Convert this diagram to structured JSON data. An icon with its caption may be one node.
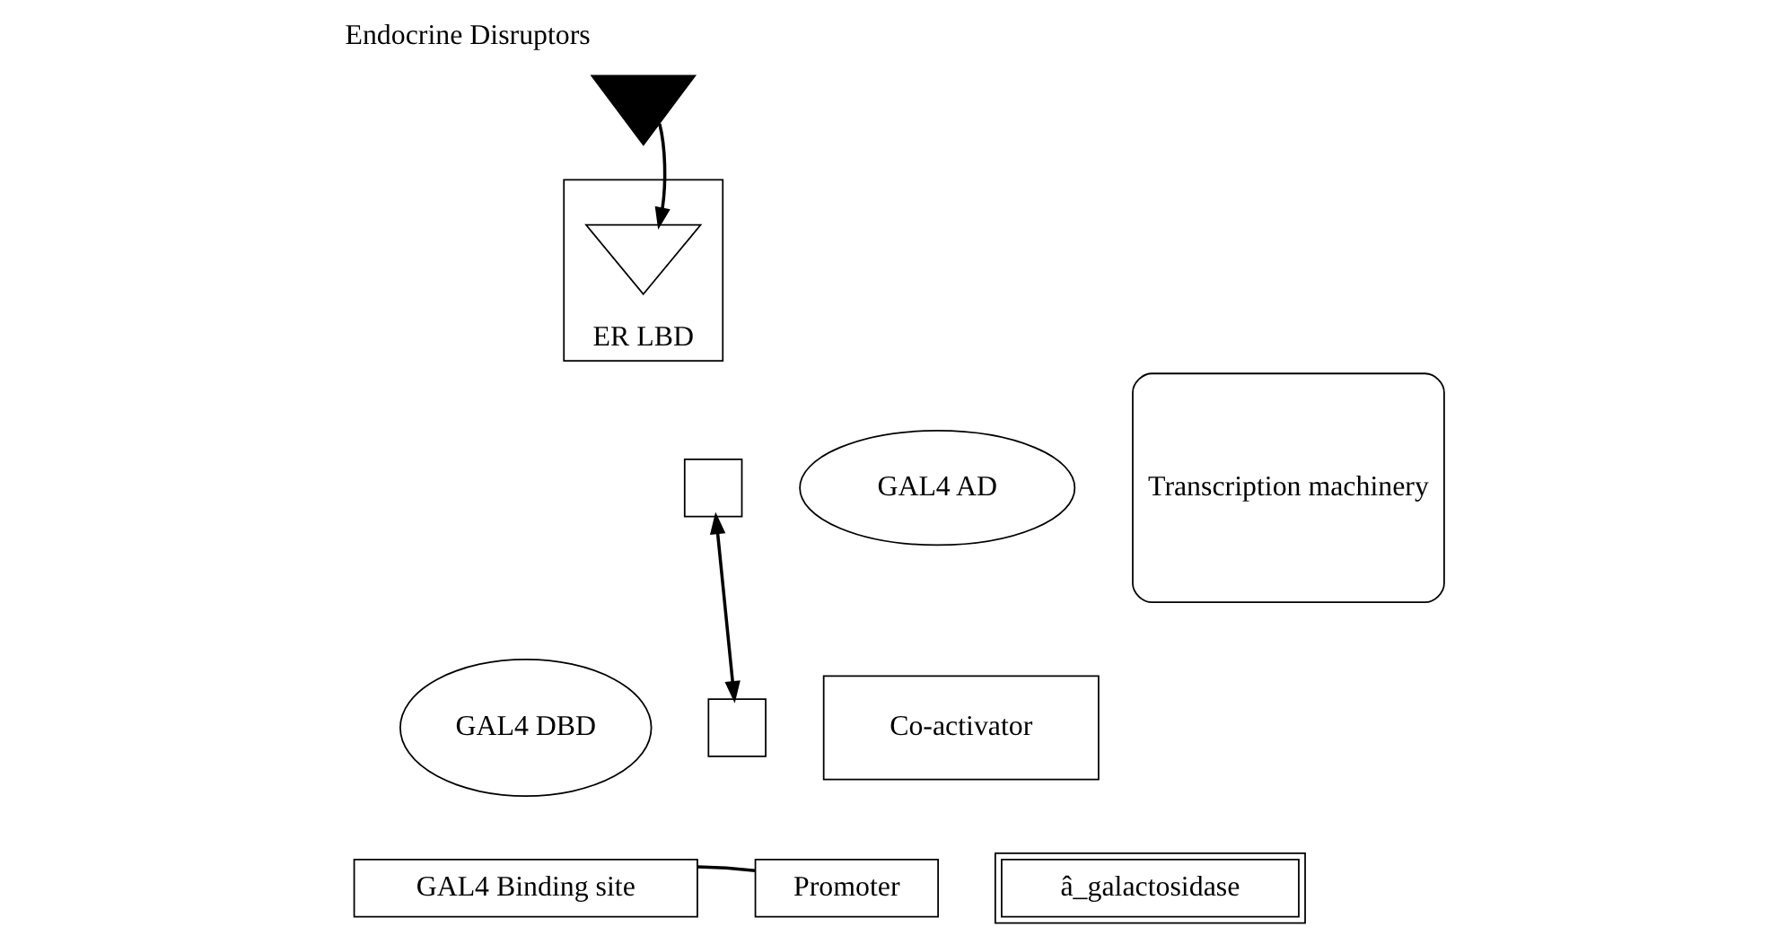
{
  "diagram": {
    "nodes": [
      {
        "text": [
          "Endocrine Disruptors"
        ]
      },
      {
        "text": [
          "ER LBD"
        ]
      },
      {
        "text": [],
        "shape": "triangle",
        "in": 1
      },
      {
        "text": [
          "GAL4 DBD"
        ]
      },
      {
        "text": [],
        "shape": "box"
      },
      {
        "text": [],
        "shape": "box"
      },
      {
        "text": [
          "GAL4 AD"
        ]
      },
      {
        "text": [
          "Co-activator"
        ]
      },
      {
        "text": [
          "Transcription machinery"
        ]
      },
      {
        "text": [
          "GAL4 Binding site"
        ]
      },
      {
        "text": [
          "Promoter"
        ]
      },
      {
        "text": [
          "â_galactosidase"
        ]
      }
    ],
    "edges": [
      {
        "from": 0,
        "to": 2,
        "arrow": "to"
      },
      {
        "from": 4,
        "to": 5,
        "arrow": "both"
      },
      {
        "from": 9,
        "to": 10,
        "arrow": "none"
      }
    ]
  }
}
